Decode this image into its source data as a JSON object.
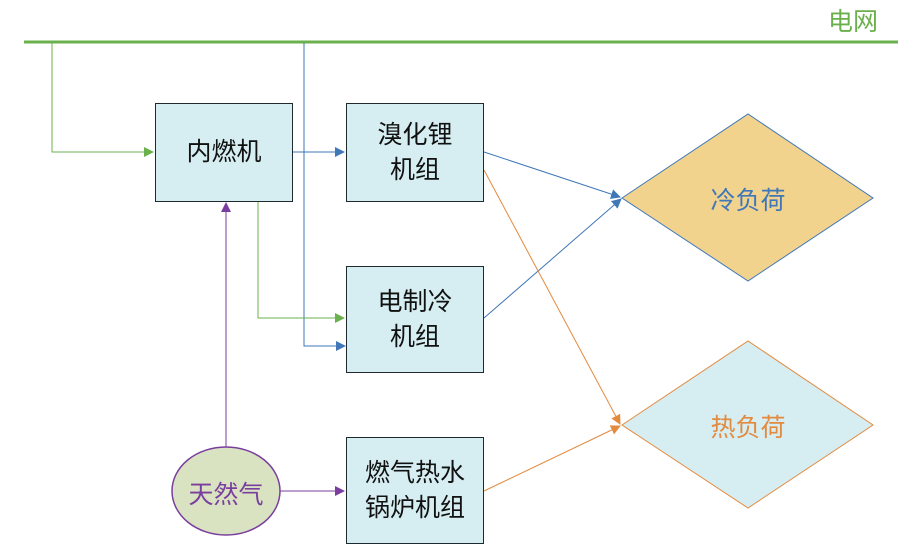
{
  "grid_label": "电网",
  "nodes": {
    "ice": "内燃机",
    "libr": [
      "溴化锂",
      "机组"
    ],
    "elec_chiller": [
      "电制冷",
      "机组"
    ],
    "boiler": [
      "燃气热水",
      "锅炉机组"
    ],
    "gas": "天然气",
    "cold_load": "冷负荷",
    "heat_load": "热负荷"
  },
  "colors": {
    "power": "#6ab04c",
    "cooling": "#3f77b7",
    "heating": "#e38a3e",
    "gas": "#7a3f9e",
    "box_fill": "#d6eef2",
    "cold_fill": "#f2d38e",
    "heat_fill": "#d6eef2",
    "gas_fill": "#d9e3c2"
  }
}
